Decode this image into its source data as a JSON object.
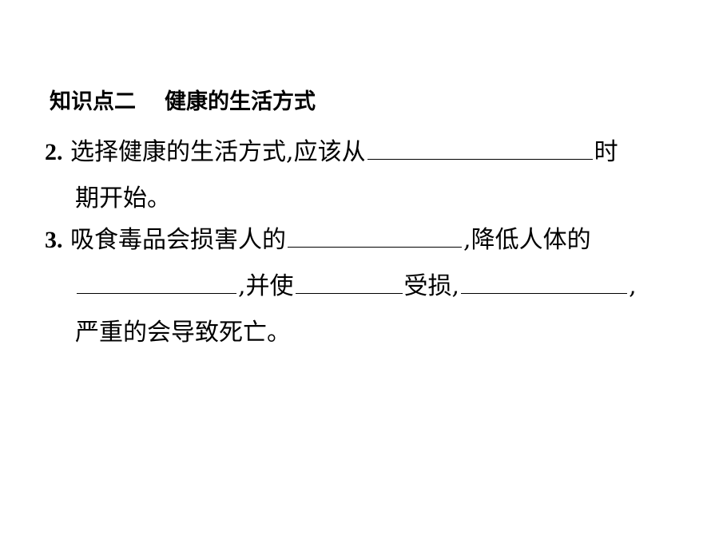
{
  "heading": {
    "label": "知识点二",
    "title": "健康的生活方式"
  },
  "questions": [
    {
      "number": "2",
      "dot": ".",
      "line1_before": "选择健康的生活方式,应该从",
      "line1_after": "时",
      "line2": "期开始。"
    },
    {
      "number": "3",
      "dot": ".",
      "line1_before": "吸食毒品会损害人的",
      "line1_after": ",降低人体的",
      "line2_after_blank1": ",并使",
      "line2_after_blank2": "受损,",
      "line2_after_blank3": ",",
      "line3": "严重的会导致死亡。"
    }
  ]
}
